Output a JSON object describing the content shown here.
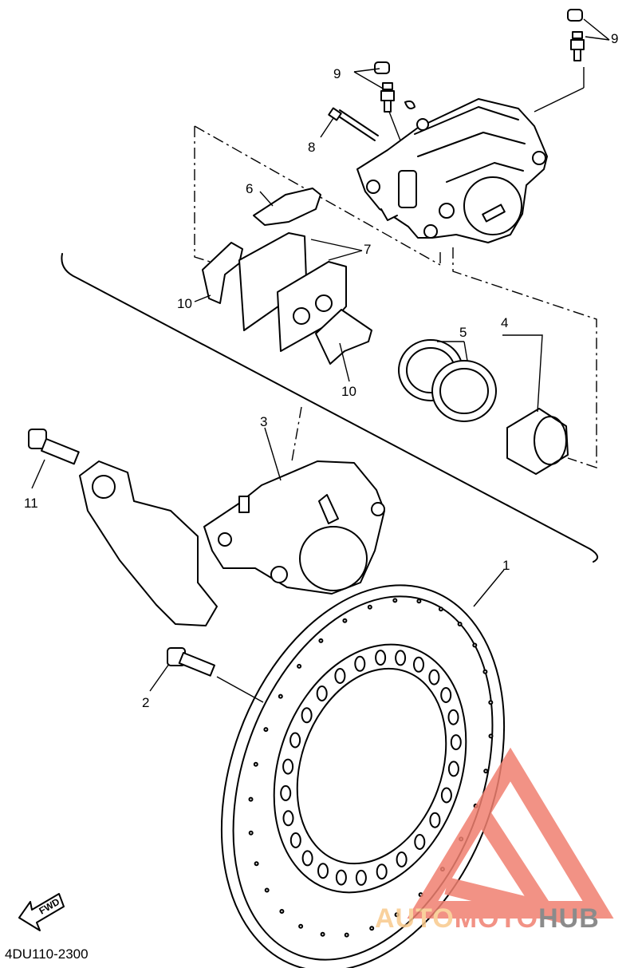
{
  "callouts": {
    "c1": "1",
    "c2": "2",
    "c3": "3",
    "c4": "4",
    "c5": "5",
    "c6": "6",
    "c7": "7",
    "c8": "8",
    "c9a": "9",
    "c9b": "9",
    "c10a": "10",
    "c10b": "10",
    "c11": "11"
  },
  "forward_arrow_label": "FWD",
  "diagram_code": "4DU110-2300",
  "watermark": {
    "part1": "AUTO",
    "part2": "MOTO",
    "part3": "HUB",
    "color_light": "#f9c98c",
    "color_mid": "#f08070",
    "color_dark": "#777777"
  }
}
